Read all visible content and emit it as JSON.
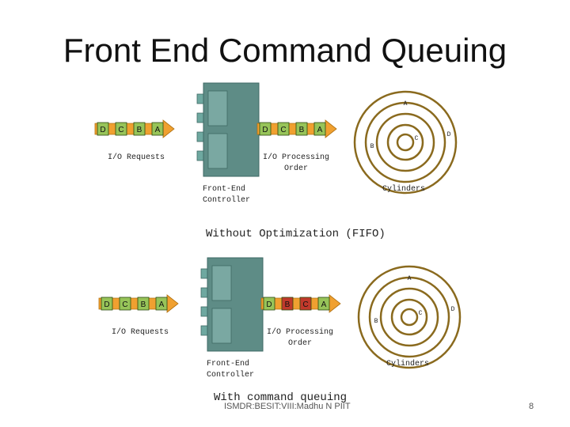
{
  "title": "Front End Command Queuing",
  "panels": [
    {
      "queue_requests": [
        "D",
        "C",
        "B",
        "A"
      ],
      "queue_processing": [
        "D",
        "C",
        "B",
        "A"
      ],
      "label_requests": "I/O Requests",
      "label_processing_line1": "I/O Processing",
      "label_processing_line2": "Order",
      "label_controller_line1": "Front-End",
      "label_controller_line2": "Controller",
      "label_cylinders": "Cylinders",
      "disk_letters": [
        "A",
        "B",
        "C",
        "D"
      ],
      "caption": "Without Optimization (FIFO)"
    },
    {
      "queue_requests": [
        "D",
        "C",
        "B",
        "A"
      ],
      "queue_processing": [
        "D",
        "B",
        "C",
        "A"
      ],
      "label_requests": "I/O Requests",
      "label_processing_line1": "I/O Processing",
      "label_processing_line2": "Order",
      "label_controller_line1": "Front-End",
      "label_controller_line2": "Controller",
      "label_cylinders": "Cylinders",
      "disk_letters": [
        "A",
        "B",
        "C",
        "D"
      ],
      "caption": "With command queuing"
    }
  ],
  "colors": {
    "box_green": "#97c459",
    "box_red": "#c0392b",
    "arrow_orange": "#f0a030",
    "controller": "#5e8c86",
    "disk_ring": "#8a6a1e"
  },
  "footer": "ISMDR:BESIT:VIII:Madhu N PIIT",
  "page_number": "8"
}
